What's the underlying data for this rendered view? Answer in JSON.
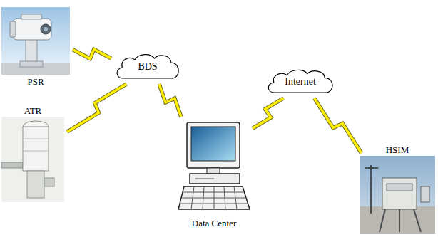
{
  "diagram": {
    "nodes": [
      {
        "text": [
          "PSR"
        ]
      },
      {
        "text": [
          "BDS"
        ]
      },
      {
        "text": [
          "Internet"
        ]
      },
      {
        "text": [
          "ATR"
        ]
      },
      {
        "text": [
          "HSIM"
        ]
      },
      {
        "text": [
          "Data Center"
        ]
      }
    ],
    "edges": [
      {
        "from": 0,
        "to": 1,
        "arrow": "none"
      },
      {
        "from": 3,
        "to": 1,
        "arrow": "none"
      },
      {
        "from": 1,
        "to": 5,
        "arrow": "none"
      },
      {
        "from": 5,
        "to": 2,
        "arrow": "none"
      },
      {
        "from": 2,
        "to": 4,
        "arrow": "none"
      }
    ]
  }
}
